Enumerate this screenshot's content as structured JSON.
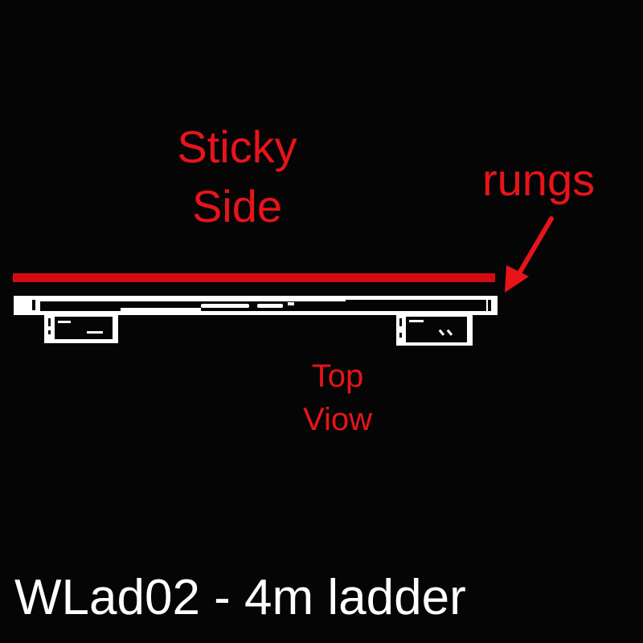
{
  "diagram": {
    "labels": {
      "sticky_side_line1": "Sticky",
      "sticky_side_line2": "Side",
      "rungs": "rungs",
      "top_view_line1": "Top",
      "top_view_line2": "Viow"
    },
    "title": "WLad02 - 4m ladder",
    "colors": {
      "background": "#050505",
      "annotation_red": "#e8141a",
      "sticky_bar": "#d40c12",
      "ladder_outline": "#ffffff"
    }
  }
}
